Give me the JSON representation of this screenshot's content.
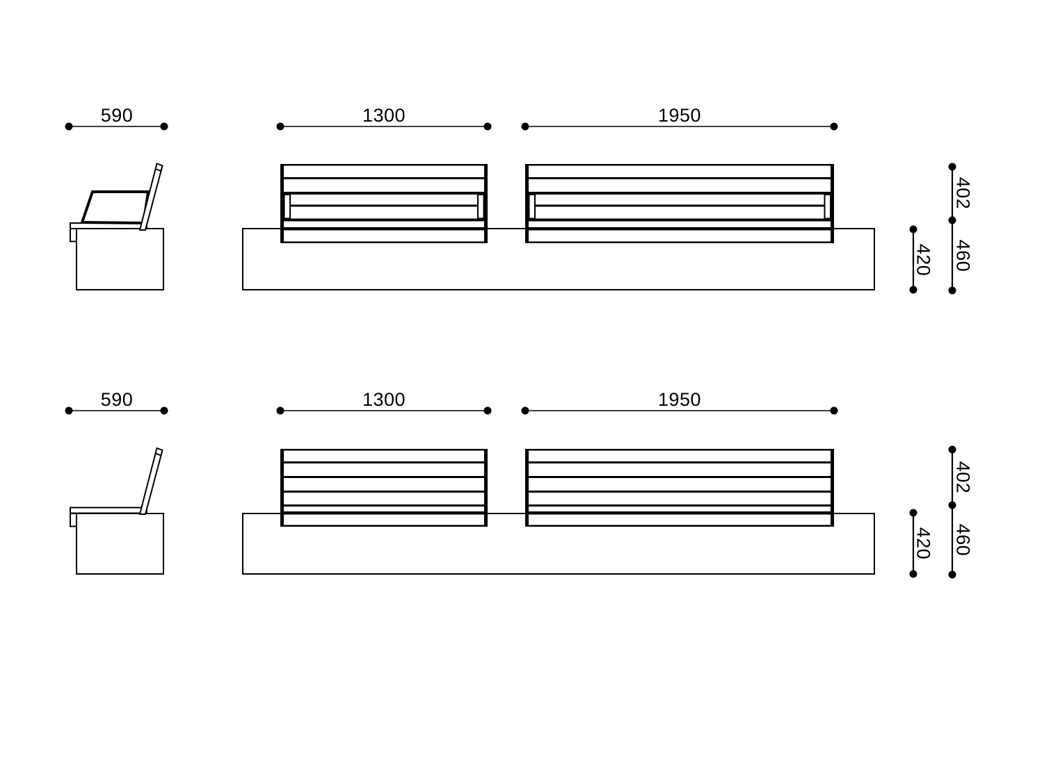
{
  "colors": {
    "background": "#ffffff",
    "line": "#000000"
  },
  "drawing": {
    "type": "technical-dimension-drawing",
    "subject": "modular bench with backrest on plinth, two variants, side and front elevations"
  },
  "rows": [
    {
      "side_width": "590",
      "module1_width": "1300",
      "module2_width": "1950",
      "backrest_height": "402",
      "seat_height": "460",
      "plinth_height": "420"
    },
    {
      "side_width": "590",
      "module1_width": "1300",
      "module2_width": "1950",
      "backrest_height": "402",
      "seat_height": "460",
      "plinth_height": "420"
    }
  ]
}
